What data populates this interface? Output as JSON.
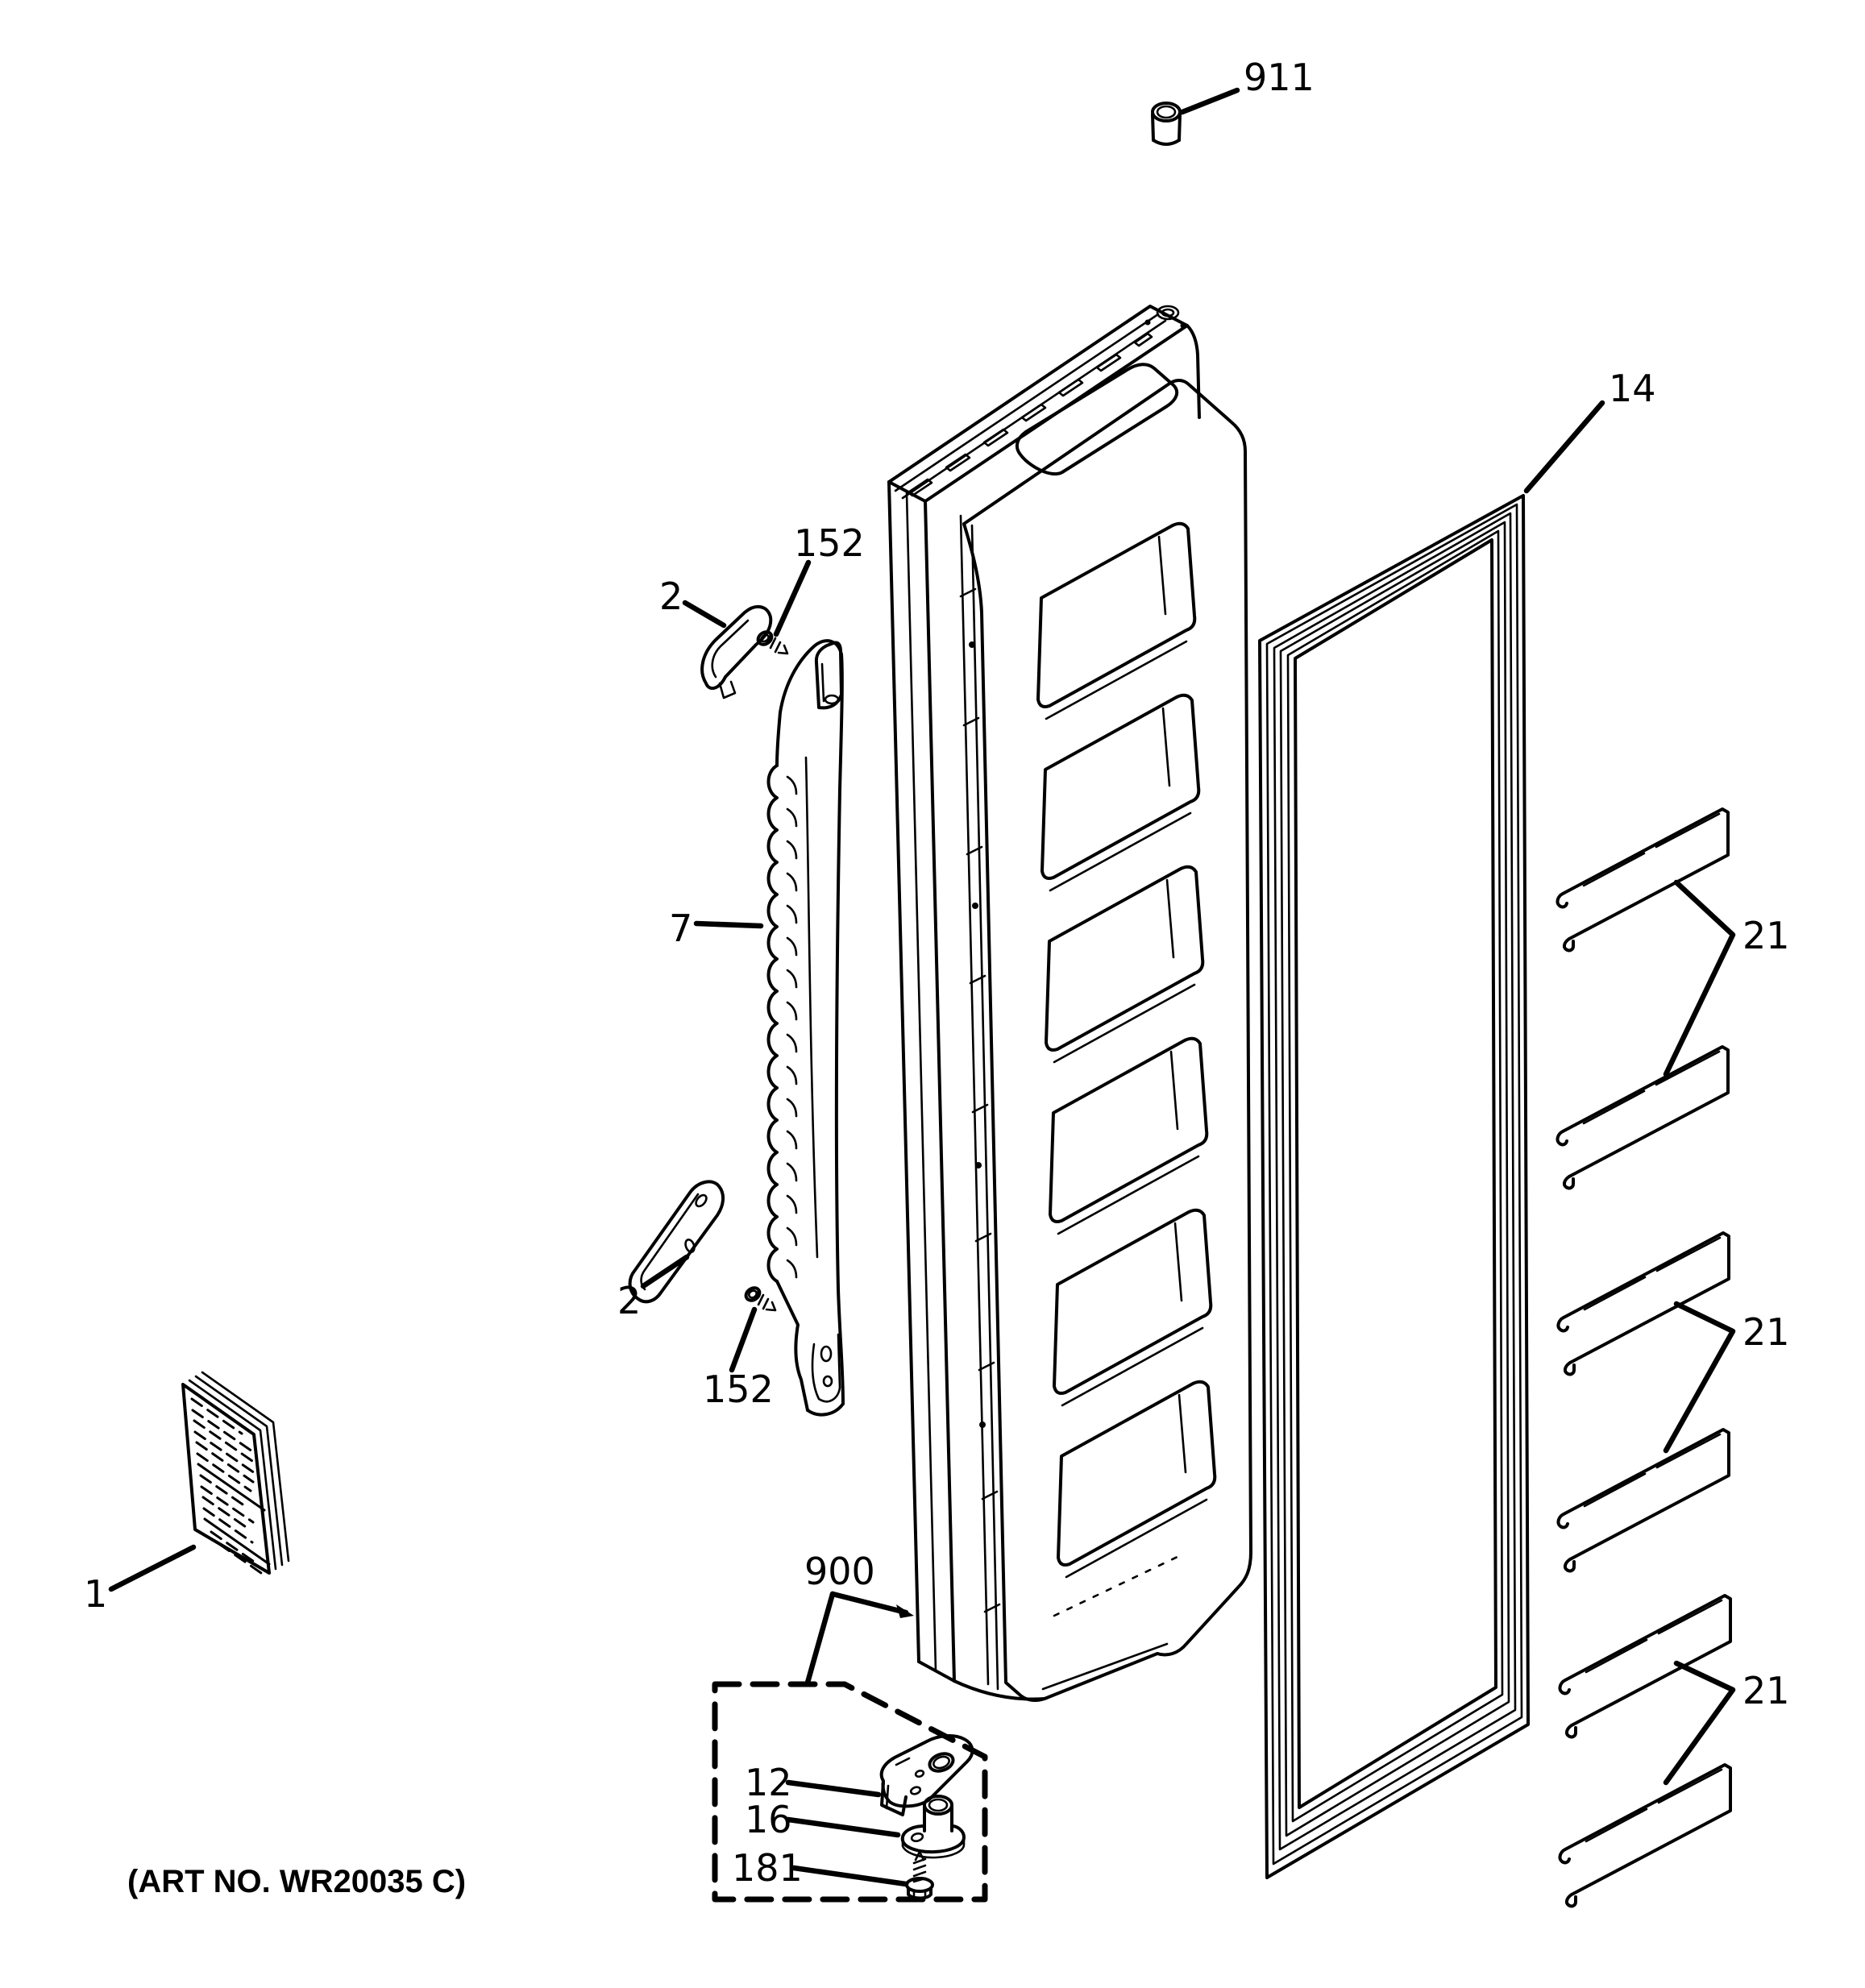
{
  "page": {
    "background": "#ffffff",
    "line_color": "#000000"
  },
  "diagram": {
    "art_no": "(ART NO. WR20035 C)",
    "callouts": {
      "plug": "911",
      "gasket": "14",
      "cap_top": "2",
      "screw_top": "152",
      "handle": "7",
      "cap_bottom": "2",
      "screw_bottom": "152",
      "hinge_group": "900",
      "bracket": "12",
      "bushing": "16",
      "hinge_screw": "181",
      "manual": "1",
      "rail_pair_top": "21",
      "rail_pair_middle": "21",
      "rail_pair_bottom": "21"
    }
  }
}
